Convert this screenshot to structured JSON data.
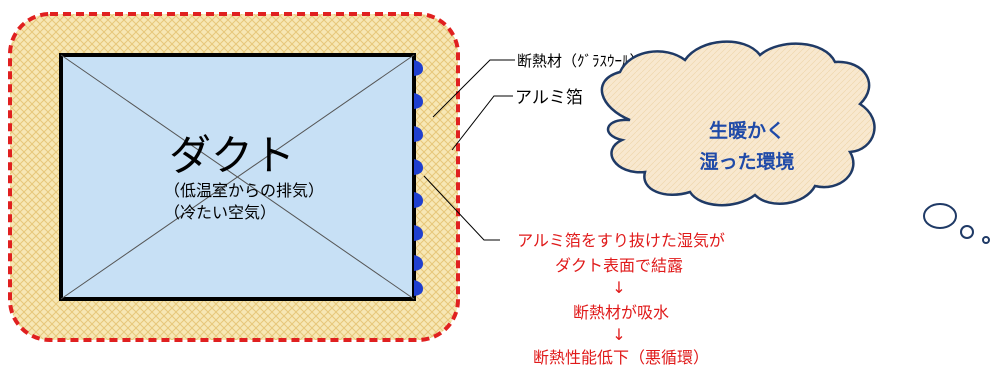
{
  "duct": {
    "title": "ダクト",
    "sub1": "（低温室からの排気）",
    "sub2": "（冷たい空気）"
  },
  "labels": {
    "insulation": "断熱材（ｸﾞﾗｽｳｰﾙ）",
    "foil": "アルミ箔"
  },
  "cloud": {
    "line1": "生暖かく",
    "line2": "湿った環境"
  },
  "consequence": {
    "line1": "アルミ箔をすり抜けた湿気が",
    "line2": "ダクト表面で結露",
    "arrow1": "↓",
    "line3": "断熱材が吸水",
    "arrow2": "↓",
    "line4": "断熱性能低下（悪循環）"
  },
  "colors": {
    "insulation_fill": "#f7e7b5",
    "insulation_hatch": "#e7c77a",
    "duct_fill": "#c7e0f5",
    "foil_border": "#e02020",
    "condensation": "#1f3fcf",
    "cloud_fill": "#f8e8cf",
    "cloud_stroke": "#1f3a66",
    "cloud_text": "#1f4aa8",
    "consequence_text": "#e01a1a"
  }
}
